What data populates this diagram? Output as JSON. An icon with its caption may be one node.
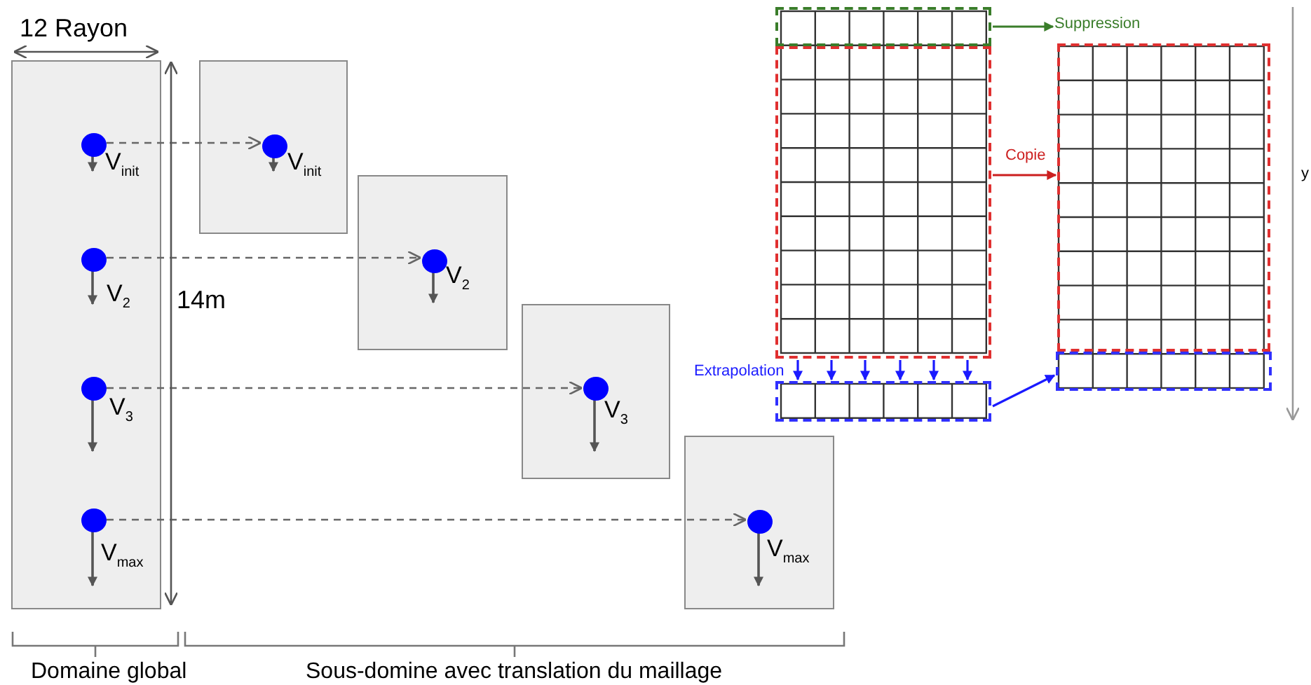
{
  "diagram": {
    "nodes": [
      {
        "text": [],
        "shape": "box"
      },
      {
        "text": [],
        "shape": "circle",
        "in": 0,
        "beside": [
          "V$_{init}$"
        ]
      },
      {
        "text": [],
        "shape": "circle",
        "in": 0,
        "beside": [
          "V$_{2}$"
        ]
      },
      {
        "text": [],
        "shape": "circle",
        "in": 0,
        "beside": [
          "V$_{3}$"
        ]
      },
      {
        "text": [],
        "shape": "circle",
        "in": 0,
        "beside": [
          "V$_{max}$"
        ]
      },
      {
        "text": [],
        "shape": "box"
      },
      {
        "text": [],
        "shape": "circle",
        "in": 5,
        "beside": [
          "V$_{init}$"
        ]
      },
      {
        "text": [],
        "shape": "box"
      },
      {
        "text": [],
        "shape": "circle",
        "in": 7,
        "beside": [
          "V$_{2}$"
        ]
      },
      {
        "text": [],
        "shape": "box"
      },
      {
        "text": [],
        "shape": "circle",
        "in": 9,
        "beside": [
          "V$_{3}$"
        ]
      },
      {
        "text": [],
        "shape": "box"
      },
      {
        "text": [],
        "shape": "circle",
        "in": 11,
        "beside": [
          "V$_{max}$"
        ]
      },
      {
        "text": [],
        "shape": "box"
      },
      {
        "text": [],
        "shape": "box"
      },
      {
        "text": [],
        "shape": "box"
      },
      {
        "text": [
          "Suppression"
        ]
      },
      {
        "text": [],
        "shape": "box"
      },
      {
        "text": [],
        "shape": "box"
      }
    ],
    "edges": [
      {
        "from": 1,
        "to": 6,
        "arrow": "to",
        "style": "dashed",
        "color": "#666666"
      },
      {
        "from": 2,
        "to": 8,
        "arrow": "to",
        "style": "dashed",
        "color": "#666666"
      },
      {
        "from": 3,
        "to": 10,
        "arrow": "to",
        "style": "dashed",
        "color": "#666666"
      },
      {
        "from": 4,
        "to": 12,
        "arrow": "to",
        "style": "dashed",
        "color": "#666666"
      },
      {
        "from": 13,
        "to": 16,
        "arrow": "to",
        "color": "#3a7d2a"
      },
      {
        "from": 14,
        "to": 17,
        "arrow": "to",
        "label": "Copie",
        "color": "#cc1f1f"
      },
      {
        "from": 14,
        "to": 15,
        "arrow": "to",
        "label": "Extrapolation",
        "color": "#1a1aff"
      },
      {
        "from": 14,
        "to": 15,
        "arrow": "to",
        "color": "#1a1aff"
      },
      {
        "from": 14,
        "to": 15,
        "arrow": "to",
        "color": "#1a1aff"
      },
      {
        "from": 14,
        "to": 15,
        "arrow": "to",
        "color": "#1a1aff"
      },
      {
        "from": 14,
        "to": 15,
        "arrow": "to",
        "color": "#1a1aff"
      },
      {
        "from": 14,
        "to": 15,
        "arrow": "to",
        "color": "#1a1aff"
      },
      {
        "from": 15,
        "to": 18,
        "arrow": "to",
        "color": "#1a1aff"
      }
    ],
    "labels": [
      "12 Rayon",
      "14m",
      "y",
      "Domaine global",
      "Sous-domine avec translation du maillage"
    ]
  }
}
